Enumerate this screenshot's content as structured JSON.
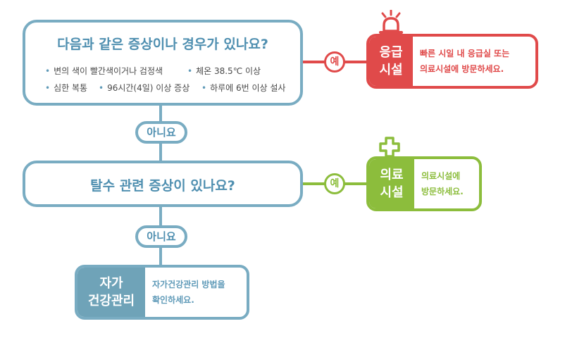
{
  "q1": {
    "title": "다음과 같은 증상이나 경우가 있나요?",
    "bullets": [
      "변의 색이 빨간색이거나 검정색",
      "체온 38.5℃ 이상",
      "심한 복통",
      "96시간(4일) 이상 증상",
      "하루에 6번 이상 설사"
    ]
  },
  "no1": "아니요",
  "q2": {
    "title": "탈수 관련 증상이 있나요?"
  },
  "no2": "아니요",
  "yes1": "예",
  "yes2": "예",
  "emergency": {
    "line1": "응급",
    "line2": "시설",
    "desc1": "빠른 시일 내 응급실 또는",
    "desc2": "의료시설에 방문하세요."
  },
  "medical": {
    "line1": "의료",
    "line2": "시설",
    "desc1": "의료시설에",
    "desc2": "방문하세요."
  },
  "self": {
    "line1": "자가",
    "line2": "건강관리",
    "desc1": "자가건강관리 방법을",
    "desc2": "확인하세요."
  },
  "colors": {
    "blue": "#79acc2",
    "red": "#e04a4a",
    "green": "#8cbd3c",
    "blue_dark": "#6fa3b8"
  }
}
